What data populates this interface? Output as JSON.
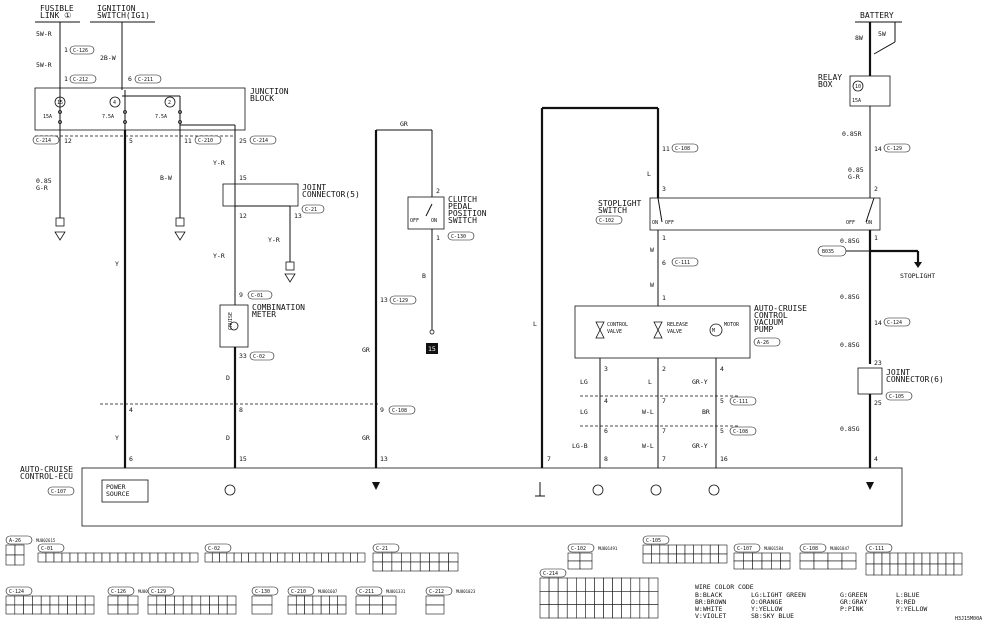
{
  "diagram": {
    "top_labels": {
      "fusible_link": "FUSIBLE\nLINK ①",
      "ignition_switch": "IGNITION\nSWITCH(IG1)",
      "battery": "BATTERY",
      "relay_box": "RELAY\nBOX"
    },
    "components": {
      "junction_block": "JUNCTION\nBLOCK",
      "joint_connector_5": "JOINT\nCONNECTOR(5)",
      "joint_connector_5_code": "C-21",
      "combination_meter": "COMBINATION\nMETER",
      "cruise": "CRUISE",
      "clutch_switch": "CLUTCH\nPEDAL\nPOSITION\nSWITCH",
      "clutch_switch_code": "C-130",
      "stoplight_switch": "STOPLIGHT\nSWITCH",
      "stoplight_switch_code": "C-102",
      "vacuum_pump": "AUTO-CRUISE\nCONTROL\nVACUUM\nPUMP",
      "vacuum_pump_code": "A-26",
      "control_valve": "CONTROL\nVALVE",
      "release_valve": "RELEASE\nVALVE",
      "motor": "MOTOR",
      "joint_connector_6": "JOINT\nCONNECTOR(6)",
      "joint_connector_6_code": "C-105",
      "ecu": "AUTO-CRUISE\nCONTROL-ECU",
      "ecu_code": "C-107",
      "power_source": "POWER\nSOURCE",
      "stoplight_out": "STOPLIGHT",
      "stoplight_ref": "B035",
      "off_on": "OFF  ON",
      "off": "OFF",
      "on": "ON"
    },
    "fuses": [
      {
        "num": "15",
        "amp": "15A"
      },
      {
        "num": "4",
        "amp": "7.5A"
      },
      {
        "num": "2",
        "amp": "7.5A"
      },
      {
        "num": "10",
        "amp": "15A"
      }
    ],
    "wires": {
      "w1": "5W-R",
      "w2": "5W-R",
      "w3": "2B-W",
      "w4": "0.85\nG-R",
      "w5": "Y",
      "w6": "B-W",
      "w7": "Y-R",
      "w8": "Y-R",
      "w9": "Y-R",
      "w10": "D",
      "w11": "D",
      "w12": "Y",
      "w13": "GR",
      "w14": "GR",
      "w15": "GR",
      "w16": "B",
      "w17": "L",
      "w18": "L",
      "w19": "W",
      "w20": "W",
      "w21": "LG",
      "w22": "LG",
      "w23": "LG-B",
      "w24": "L",
      "w25": "W-L",
      "w26": "W-L",
      "w27": "GR-Y",
      "w28": "BR",
      "w29": "GR-Y",
      "w30": "8W",
      "w31": "5W",
      "w32": "0.85R",
      "w33": "0.85\nG-R",
      "w34": "0.85G",
      "w35": "0.85G",
      "w36": "0.85G",
      "w37": "0.85G"
    },
    "connectors": {
      "c126": "C-126",
      "c212": "C-212",
      "c211": "C-211",
      "c214": "C-214",
      "c210": "C-210",
      "c01": "C-01",
      "c02": "C-02",
      "c129": "C-129",
      "c108": "C-108",
      "c111": "C-111",
      "c124": "C-124",
      "c21": "C-21",
      "c102": "C-102",
      "c105": "C-105",
      "c107": "C-107",
      "c130": "C-130",
      "a26": "A-26"
    },
    "pins": {
      "p1": "1",
      "p2": "1",
      "p3": "6",
      "p4": "12",
      "p5": "5",
      "p6": "11",
      "p7": "25",
      "p8": "15",
      "p9": "12",
      "p10": "13",
      "p11": "9",
      "p12": "33",
      "p13": "4",
      "p14": "8",
      "p15": "9",
      "p16": "6",
      "p17": "15",
      "p18": "13",
      "p19": "2",
      "p20": "1",
      "p21": "13",
      "p22": "11",
      "p23": "3",
      "p24": "6",
      "p25": "1",
      "p26": "3",
      "p27": "2",
      "p28": "4",
      "p29": "4",
      "p30": "7",
      "p31": "5",
      "p32": "6",
      "p33": "7",
      "p34": "5",
      "p35": "8",
      "p36": "7",
      "p37": "16",
      "p38": "14",
      "p39": "2",
      "p40": "1",
      "p41": "14",
      "p42": "23",
      "p43": "25",
      "p44": "4",
      "p45": "1",
      "p46": "4"
    },
    "ground_label": "15",
    "legend": {
      "title": "WIRE COLOR CODE",
      "col1": "B:BLACK\nBR:BROWN\nW:WHITE\nV:VIOLET",
      "col2": "LG:LIGHT GREEN\nO:ORANGE\nY:YELLOW\nSB:SKY BLUE",
      "col3": "G:GREEN\nGR:GRAY\nP:PINK",
      "col4": "L:BLUE\nR:RED\nY:YELLOW"
    },
    "part_numbers": {
      "a26": "MU802615",
      "c126": "MU801593",
      "c210": "MU801607",
      "c211": "MU801331",
      "c212": "MU801023",
      "c102": "MU801491",
      "c107": "MU801584",
      "c108": "MU801847"
    },
    "figure_id": "H3J15M00A"
  }
}
